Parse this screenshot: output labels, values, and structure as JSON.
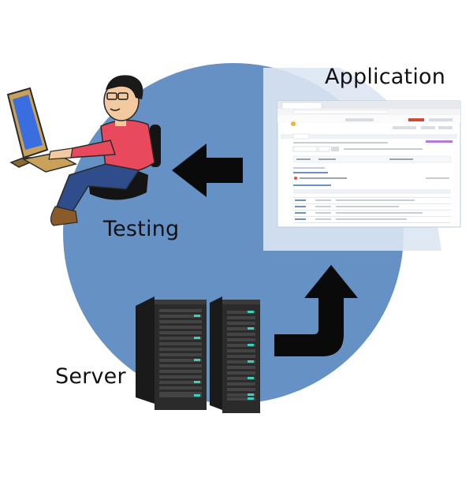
{
  "labels": {
    "application": "Application",
    "testing": "Testing",
    "server": "Server"
  },
  "colors": {
    "circle": "#6591c5",
    "circle_edge": "#5a86bb",
    "arrow": "#0a0a0a",
    "shirt": "#e8495c",
    "pants": "#2e4d8a",
    "shoes": "#8b5a2b",
    "skin": "#f3c9a0",
    "hair": "#1a1a1a",
    "monitor_screen": "#3a6de0",
    "monitor_body": "#c9a15a",
    "server_body": "#2b2b2b",
    "server_led": "#3ad0c0",
    "window_bg": "#ffffff",
    "window_border": "#b9c9dc",
    "window_panel": "#dce6f2"
  },
  "icons": {
    "tester": "person-at-computer-icon",
    "servers": "server-rack-icon",
    "app_window": "browser-window-icon",
    "arrow_left": "arrow-left-icon",
    "arrow_up": "arrow-up-turn-icon"
  }
}
